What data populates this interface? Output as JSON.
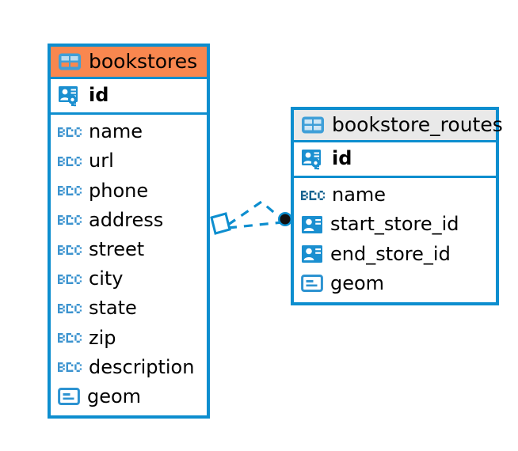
{
  "diagram": {
    "type": "entity-relationship-diagram",
    "background": "#ffffff",
    "accent_blue": "#0d8ecf",
    "accent_orange": "#f9874f",
    "header_gray": "#e9e9e9"
  },
  "entities": [
    {
      "name": "bookstores",
      "header_color": "#f9874f",
      "header_icon": "table-icon",
      "primary_key": {
        "label": "id",
        "icon": "primary-key-icon"
      },
      "fields": [
        {
          "label": "name",
          "icon": "abc-text-icon"
        },
        {
          "label": "url",
          "icon": "abc-text-icon"
        },
        {
          "label": "phone",
          "icon": "abc-text-icon"
        },
        {
          "label": "address",
          "icon": "abc-text-icon"
        },
        {
          "label": "street",
          "icon": "abc-text-icon"
        },
        {
          "label": "city",
          "icon": "abc-text-icon"
        },
        {
          "label": "state",
          "icon": "abc-text-icon"
        },
        {
          "label": "zip",
          "icon": "abc-text-icon"
        },
        {
          "label": "description",
          "icon": "abc-text-icon"
        },
        {
          "label": "geom",
          "icon": "geometry-icon"
        }
      ]
    },
    {
      "name": "bookstore_routes",
      "header_color": "#e9e9e9",
      "header_icon": "table-icon",
      "primary_key": {
        "label": "id",
        "icon": "primary-key-icon"
      },
      "fields": [
        {
          "label": "name",
          "icon": "abc-text-icon"
        },
        {
          "label": "start_store_id",
          "icon": "foreign-key-icon"
        },
        {
          "label": "end_store_id",
          "icon": "foreign-key-icon"
        },
        {
          "label": "geom",
          "icon": "geometry-icon"
        }
      ]
    }
  ],
  "relationship": {
    "from_entity": "bookstores",
    "to_entity": "bookstore_routes",
    "line_style": "dashed",
    "line_color": "#0d8ecf",
    "source_marker": "diamond-marker",
    "target_marker": "filled-circle-marker"
  }
}
